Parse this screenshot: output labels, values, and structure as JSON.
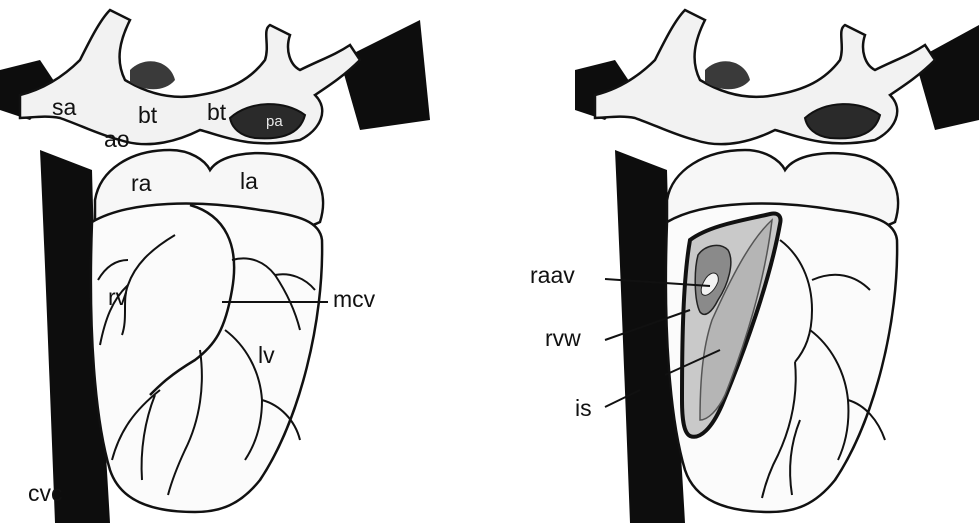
{
  "labels": {
    "sa": "sa",
    "ao": "ao",
    "bt_left": "bt",
    "bt_right": "bt",
    "pa": "pa",
    "ra": "ra",
    "la": "la",
    "rv": "rv",
    "lv": "lv",
    "mcv": "mcv",
    "cvc": "cvc",
    "raav": "raav",
    "rvw": "rvw",
    "is": "is"
  },
  "colors": {
    "ink": "#111111",
    "vessel_fill": "#f2f2f2",
    "dark_background": "#0d0d0d",
    "section_fill": "#c9c9c9",
    "section_dark": "#8a8a8a"
  }
}
